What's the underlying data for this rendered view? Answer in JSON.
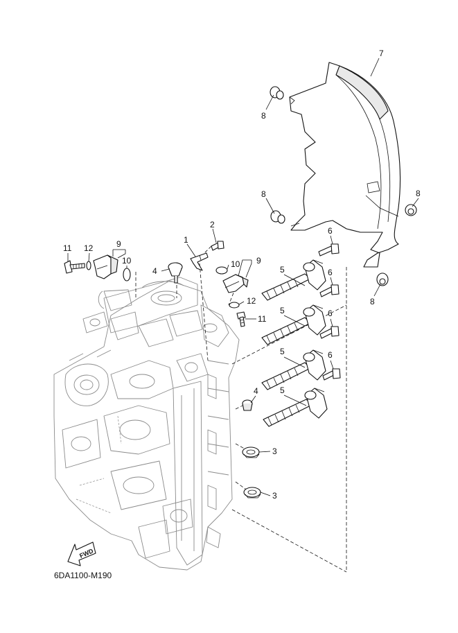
{
  "diagram_code": "6DA1100-M190",
  "fwd_label": "FWD",
  "callouts": [
    {
      "id": "c1",
      "label": "1"
    },
    {
      "id": "c2",
      "label": "2"
    },
    {
      "id": "c3a",
      "label": "3"
    },
    {
      "id": "c3b",
      "label": "3"
    },
    {
      "id": "c4a",
      "label": "4"
    },
    {
      "id": "c4b",
      "label": "4"
    },
    {
      "id": "c5a",
      "label": "5"
    },
    {
      "id": "c5b",
      "label": "5"
    },
    {
      "id": "c5c",
      "label": "5"
    },
    {
      "id": "c5d",
      "label": "5"
    },
    {
      "id": "c6a",
      "label": "6"
    },
    {
      "id": "c6b",
      "label": "6"
    },
    {
      "id": "c6c",
      "label": "6"
    },
    {
      "id": "c6d",
      "label": "6"
    },
    {
      "id": "c7",
      "label": "7"
    },
    {
      "id": "c8a",
      "label": "8"
    },
    {
      "id": "c8b",
      "label": "8"
    },
    {
      "id": "c8c",
      "label": "8"
    },
    {
      "id": "c8d",
      "label": "8"
    },
    {
      "id": "c9a",
      "label": "9"
    },
    {
      "id": "c9b",
      "label": "9"
    },
    {
      "id": "c10a",
      "label": "10"
    },
    {
      "id": "c10b",
      "label": "10"
    },
    {
      "id": "c11a",
      "label": "11"
    },
    {
      "id": "c11b",
      "label": "11"
    },
    {
      "id": "c12a",
      "label": "12"
    },
    {
      "id": "c12b",
      "label": "12"
    }
  ]
}
